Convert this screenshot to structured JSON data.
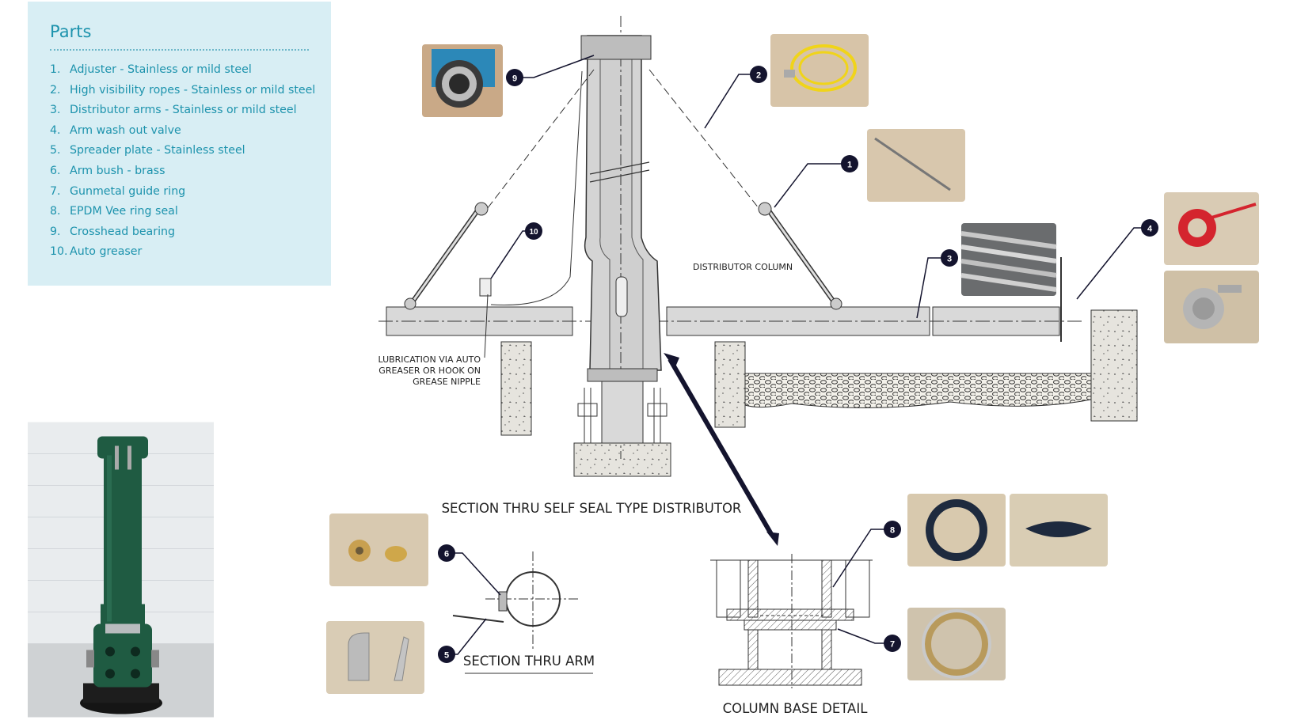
{
  "parts": {
    "title": "Parts",
    "items": [
      {
        "num": "1.",
        "text": "Adjuster - Stainless or mild steel"
      },
      {
        "num": "2.",
        "text": "High visibility ropes - Stainless or mild steel"
      },
      {
        "num": "3.",
        "text": "Distributor arms - Stainless or mild steel"
      },
      {
        "num": "4.",
        "text": "Arm wash out valve"
      },
      {
        "num": "5.",
        "text": "Spreader plate - Stainless steel"
      },
      {
        "num": "6.",
        "text": "Arm bush - brass"
      },
      {
        "num": "7.",
        "text": "Gunmetal guide ring"
      },
      {
        "num": "8.",
        "text": "EPDM Vee ring seal"
      },
      {
        "num": "9.",
        "text": "Crosshead bearing"
      },
      {
        "num": "10.",
        "text": "Auto greaser"
      }
    ]
  },
  "diagram": {
    "label_distributor_column": "DISTRIBUTOR COLUMN",
    "lubrication_line1": "LUBRICATION VIA AUTO",
    "lubrication_line2": "GREASER OR HOOK ON",
    "lubrication_line3": "GREASE NIPPLE",
    "section_title": "SECTION THRU SELF SEAL TYPE DISTRIBUTOR",
    "section_arm_title": "SECTION THRU ARM",
    "column_base_title": "COLUMN BASE DETAIL",
    "callouts": [
      "1",
      "2",
      "3",
      "4",
      "5",
      "6",
      "7",
      "8",
      "9",
      "10"
    ]
  },
  "colors": {
    "panel_bg": "#d8eef4",
    "panel_text": "#1d93ad",
    "callout_fill": "#14142e",
    "column_green": "#1f5b42",
    "pipe_grey": "#d9d9d9",
    "concrete": "#e6e4de"
  }
}
